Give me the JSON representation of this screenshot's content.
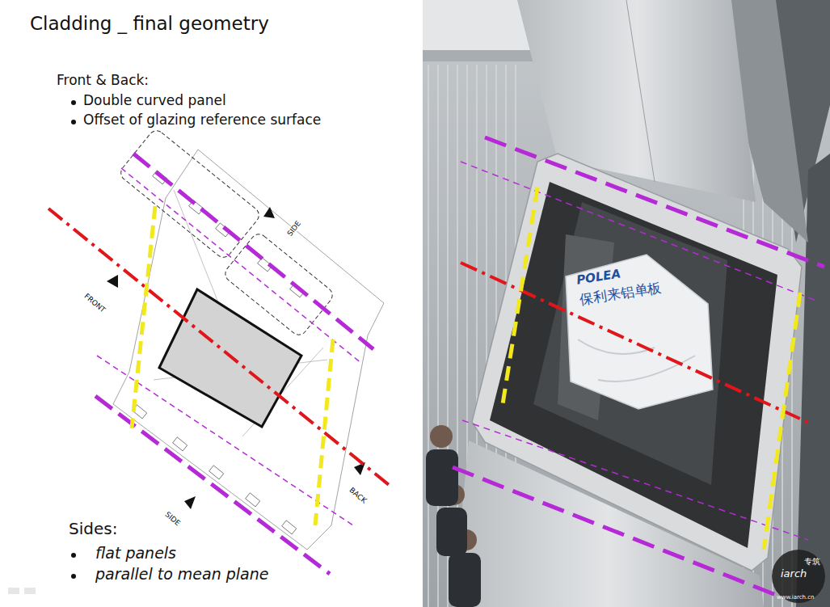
{
  "diagram": {
    "title": "Cladding _ final geometry",
    "labels": [
      "Front & Back:",
      "Double curved panel",
      "Offset of glazing reference surface",
      "Sides:",
      "flat panels",
      "parallel to mean plane",
      "FRONT",
      "SIDE",
      "BACK",
      "SIDE",
      "POLEA",
      "保利来铝单板",
      "专筑",
      "iarch",
      "www.iarch.cn"
    ]
  }
}
